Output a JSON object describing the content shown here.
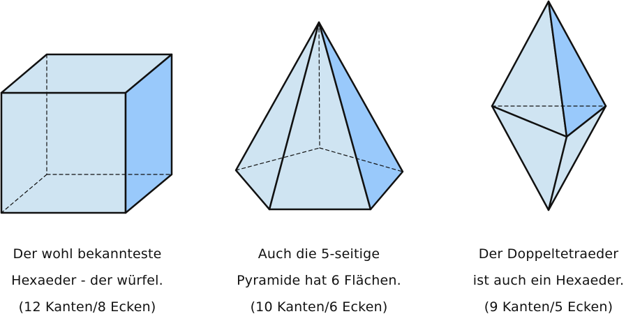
{
  "colors": {
    "face_light": "#cfe4f2",
    "face_dark": "#99c9fb",
    "stroke": "#111111"
  },
  "figures": [
    {
      "name": "cube",
      "caption": [
        "Der wohl bekannteste",
        "Hexaeder - der würfel.",
        "(12 Kanten/8 Ecken)"
      ]
    },
    {
      "name": "pentagonal-pyramid",
      "caption": [
        "Auch die 5-seitige",
        "Pyramide hat 6 Flächen.",
        "(10 Kanten/6 Ecken)"
      ]
    },
    {
      "name": "triangular-bipyramid",
      "caption": [
        "Der Doppeltetraeder",
        "ist auch ein Hexaeder.",
        "(9 Kanten/5 Ecken)"
      ]
    }
  ]
}
